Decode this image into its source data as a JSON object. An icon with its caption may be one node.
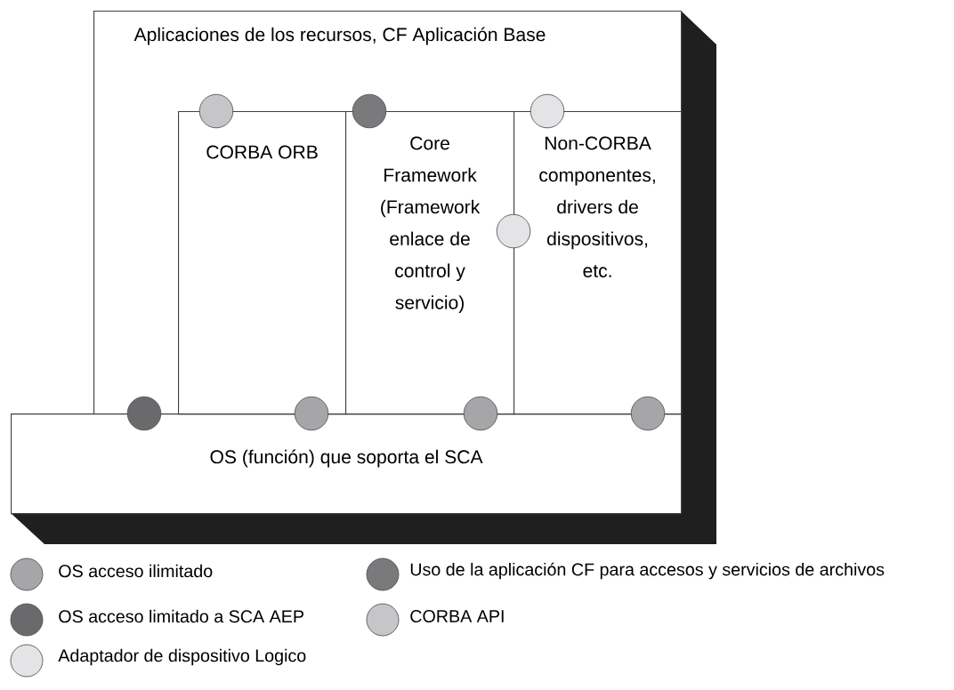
{
  "diagram": {
    "nodes": [
      {
        "text": [
          "Aplicaciones de los recursos, CF Aplicación Base"
        ]
      },
      {
        "text": [
          "CORBA ORB"
        ],
        "in": 0
      },
      {
        "text": [
          "Core Framework (Framework enlace de control y servicio)"
        ],
        "in": 0
      },
      {
        "text": [
          "Non-CORBA componentes, drivers de dispositivos, etc."
        ],
        "in": 0
      },
      {
        "text": [
          "OS (función) que soporta el SCA"
        ]
      }
    ],
    "legend": [
      {
        "text": "OS acceso ilimitado",
        "color": "#a6a6a8"
      },
      {
        "text": "Uso de la aplicación CF para accesos y servicios de archivos",
        "color": "#7a7a7c"
      },
      {
        "text": "OS acceso limitado a SCA AEP",
        "color": "#6a6a6c"
      },
      {
        "text": "CORBA API",
        "color": "#c6c6c8"
      },
      {
        "text": "Adaptador de dispositivo Logico",
        "color": "#e4e4e6"
      }
    ]
  }
}
